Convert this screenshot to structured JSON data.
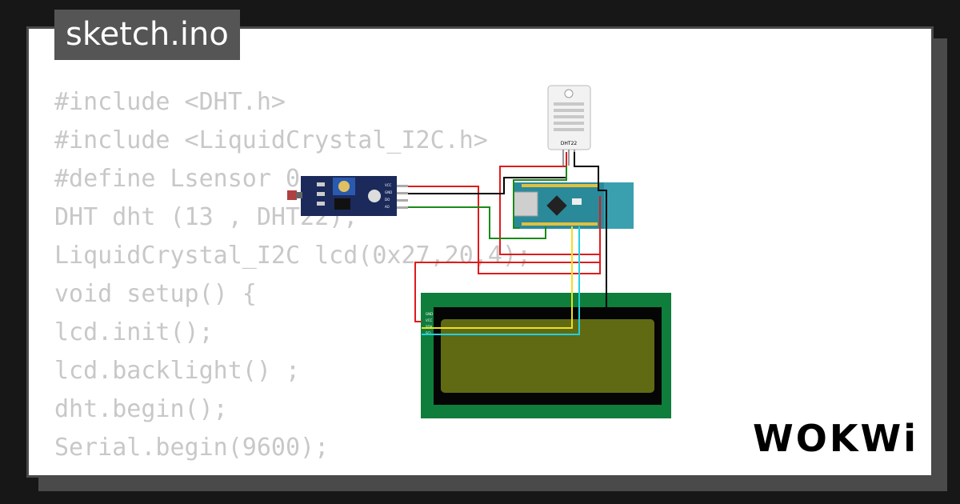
{
  "file_tab": {
    "title": "sketch.ino"
  },
  "code": {
    "lines": [
      "#include <DHT.h>",
      "#include <LiquidCrystal_I2C.h>",
      "#define Lsensor 0",
      "DHT dht (13 , DHT22);",
      "LiquidCrystal_I2C lcd(0x27,20,4);",
      "void setup() {",
      "lcd.init();",
      "lcd.backlight() ;",
      "dht.begin();",
      "Serial.begin(9600);",
      "}"
    ]
  },
  "logo": {
    "text": "WOKWi"
  },
  "components": {
    "dht": {
      "label": "DHT22"
    },
    "ldr": {
      "pins": [
        "VCC",
        "GND",
        "DO",
        "AO"
      ]
    },
    "lcd": {
      "pins": [
        "GND",
        "VCC",
        "SDA",
        "SCL"
      ]
    }
  },
  "colors": {
    "background": "#171717",
    "card": "#ffffff",
    "card_shadow": "#4a4a4a",
    "tab": "#555555",
    "code_text": "#c8c8c8",
    "wire_red": "#e01b1b",
    "wire_black": "#000000",
    "wire_green": "#1a8a1a",
    "wire_yellow": "#f0e020",
    "wire_cyan": "#22d0e0",
    "arduino_board": "#2a8a9a",
    "lcd_pcb": "#0f7d3c",
    "lcd_screen": "#5f6a12"
  }
}
